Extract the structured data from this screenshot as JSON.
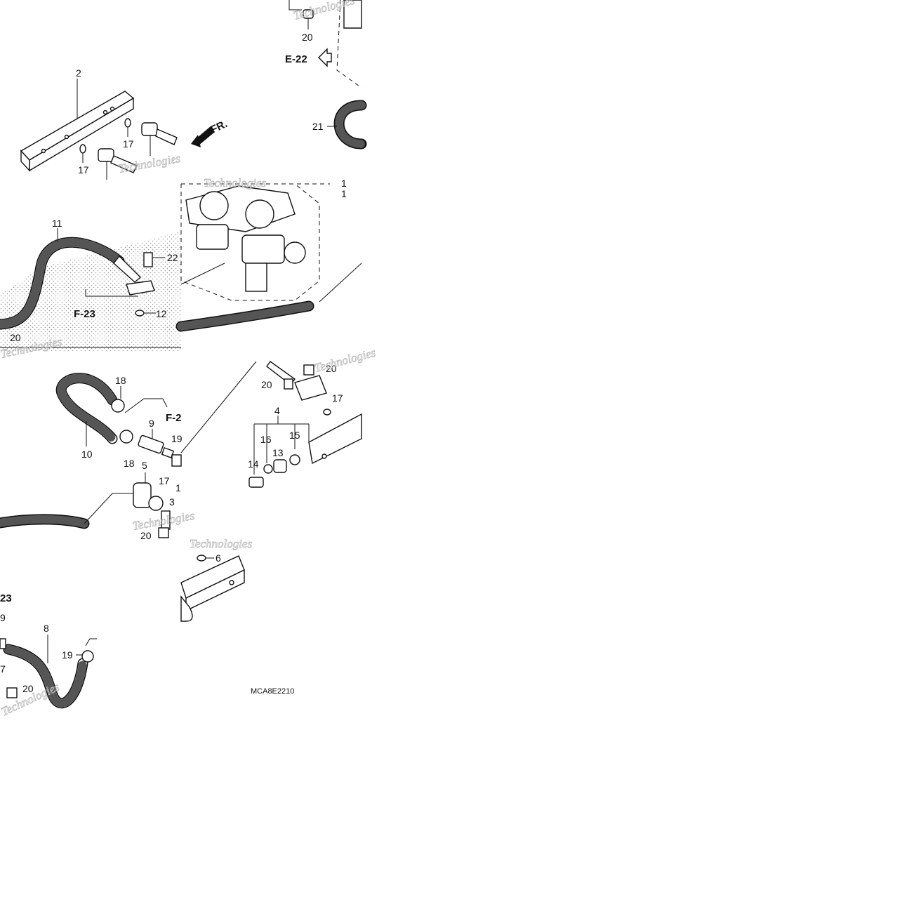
{
  "diagram": {
    "code": "MCA8E2210",
    "front_label": "FR.",
    "refs": {
      "e22": "E-22",
      "f23_top": "F-23",
      "f23_mid": "F-2",
      "f23_bottom": "23"
    },
    "watermark": "Technologies",
    "callouts": {
      "c1": "1",
      "c1b": "1",
      "c2": "2",
      "c3": "3",
      "c4": "4",
      "c5": "5",
      "c6": "6",
      "c7": "7",
      "c8": "8",
      "c9": "9",
      "c9b": "9",
      "c10": "10",
      "c11": "11",
      "c12": "12",
      "c13": "13",
      "c14": "14",
      "c15": "15",
      "c16": "16",
      "c17a": "17",
      "c17b": "17",
      "c17c": "17",
      "c17d": "17",
      "c18a": "18",
      "c18b": "18",
      "c19a": "19",
      "c19b": "1",
      "c20a": "20",
      "c20b": "20",
      "c20c": "20",
      "c20d": "20",
      "c20e": "20",
      "c20f": "20",
      "c21": "21",
      "c22": "22"
    }
  }
}
